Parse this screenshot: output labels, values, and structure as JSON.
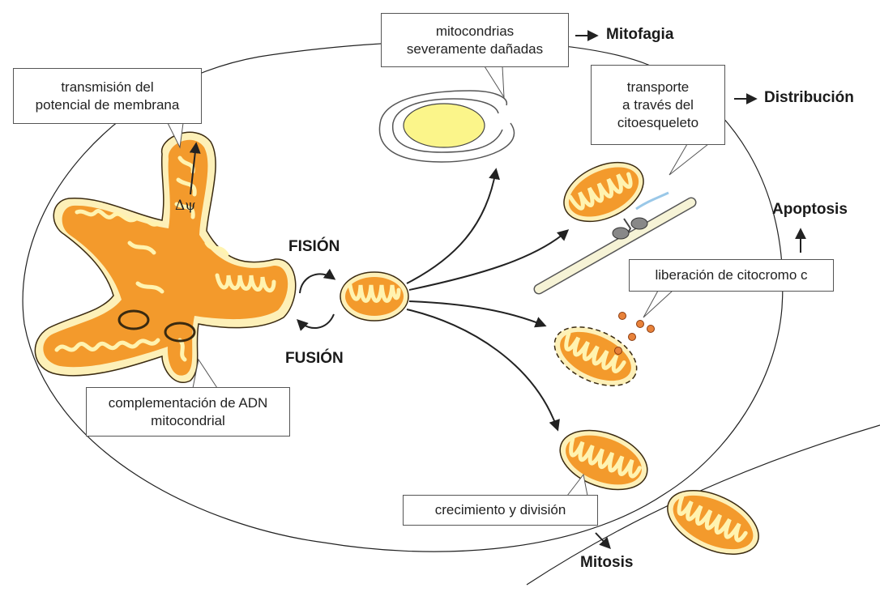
{
  "callouts": {
    "membrane": [
      "transmisión del",
      "potencial de membrana"
    ],
    "damaged": [
      "mitocondrias",
      "severamente dañadas"
    ],
    "transport": [
      "transporte",
      "a través del",
      "citoesqueleto"
    ],
    "cytochrome": [
      "liberación de citocromo c"
    ],
    "dna": [
      "complementación de ADN",
      "mitocondrial"
    ],
    "growth": [
      "crecimiento y división"
    ]
  },
  "labels": {
    "fission": "FISIÓN",
    "fusion": "FUSIÓN",
    "mitophagy": "Mitofagia",
    "distribution": "Distribución",
    "apoptosis": "Apoptosis",
    "mitosis": "Mitosis",
    "delta_psi": "Δψ"
  },
  "colors": {
    "matrix": "#f39a2c",
    "outer_glow": "#fdf0b8",
    "cristae": "#fff3b0",
    "outline": "#3a2a10",
    "vesicle_fill": "#fbf58a",
    "cytochrome_dots": "#e8823a"
  }
}
